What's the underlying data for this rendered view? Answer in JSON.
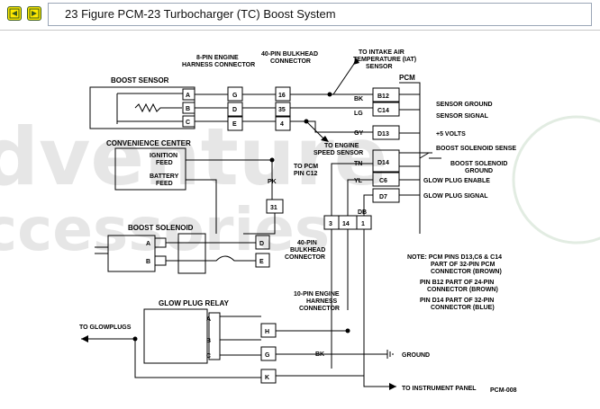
{
  "window": {
    "title": "23 Figure PCM-23 Turbocharger (TC) Boost System",
    "back_label": "",
    "forward_label": ""
  },
  "watermark": {
    "line1": "dventure",
    "line2": "ccessories"
  },
  "diagram": {
    "boost_sensor": "BOOST SENSOR",
    "eight_pin_l1": "8-PIN ENGINE",
    "eight_pin_l2": "HARNESS CONNECTOR",
    "forty_bulk_l1": "40-PIN BULKHEAD",
    "forty_bulk_l2": "CONNECTOR",
    "iat_l1": "TO INTAKE AIR",
    "iat_l2": "TEMPERATURE (IAT)",
    "iat_l3": "SENSOR",
    "pcm": "PCM",
    "pins_left": [
      "A",
      "B",
      "C"
    ],
    "pins_8pin": [
      "G",
      "D",
      "E"
    ],
    "pins_40pin": [
      "16",
      "35",
      "4"
    ],
    "wire_bk": "BK",
    "wire_lg": "LG",
    "wire_gy": "GY",
    "wire_tn": "TN",
    "wire_yl": "YL",
    "wire_pk": "PK",
    "wire_db": "DB",
    "wire_bk2": "BK",
    "pcm_pins": [
      "B12",
      "C14",
      "D13",
      "D14",
      "C6",
      "D7"
    ],
    "sensor_ground": "SENSOR GROUND",
    "sensor_signal": "SENSOR SIGNAL",
    "plus5": "+5 VOLTS",
    "boost_sol_sense": "BOOST SOLENOID SENSE",
    "boost_sol_gnd_l1": "BOOST SOLENOID",
    "boost_sol_gnd_l2": "GROUND",
    "glow_enable": "GLOW PLUG ENABLE",
    "glow_signal": "GLOW PLUG SIGNAL",
    "speed_l1": "TO ENGINE",
    "speed_l2": "SPEED SENSOR",
    "conv_center": "CONVENIENCE CENTER",
    "ignition_l1": "IGNITION",
    "ignition_l2": "FEED",
    "battery_l1": "BATTERY",
    "battery_l2": "FEED",
    "pcm_c12_l1": "TO PCM",
    "pcm_c12_l2": "PIN C12",
    "pin31": "31",
    "bulk_pins": [
      "3",
      "14",
      "1"
    ],
    "bulk40_l1": "40-PIN",
    "bulk40_l2": "BULKHEAD",
    "bulk40_l3": "CONNECTOR",
    "boost_solenoid": "BOOST SOLENOID",
    "sol_pins": [
      "A",
      "B"
    ],
    "sol_conn": [
      "D",
      "E"
    ],
    "ten_pin_l1": "10-PIN ENGINE",
    "ten_pin_l2": "HARNESS",
    "ten_pin_l3": "CONNECTOR",
    "glow_relay": "GLOW PLUG RELAY",
    "relay_pins": [
      "A",
      "B",
      "C"
    ],
    "to_glowplugs": "TO GLOWPLUGS",
    "ten_conn": [
      "H",
      "G",
      "K"
    ],
    "ground": "GROUND",
    "to_panel": "TO INSTRUMENT PANEL",
    "note_1": "NOTE: PCM PINS D13,C6 & C14",
    "note_2": "PART OF 32-PIN PCM",
    "note_3": "CONNECTOR (BROWN)",
    "note_4": "PIN B12 PART OF 24-PIN",
    "note_5": "CONNECTOR (BROWN)",
    "note_6": "PIN D14 PART OF 32-PIN",
    "note_7": "CONNECTOR (BLUE)",
    "figure_id": "PCM-008"
  }
}
